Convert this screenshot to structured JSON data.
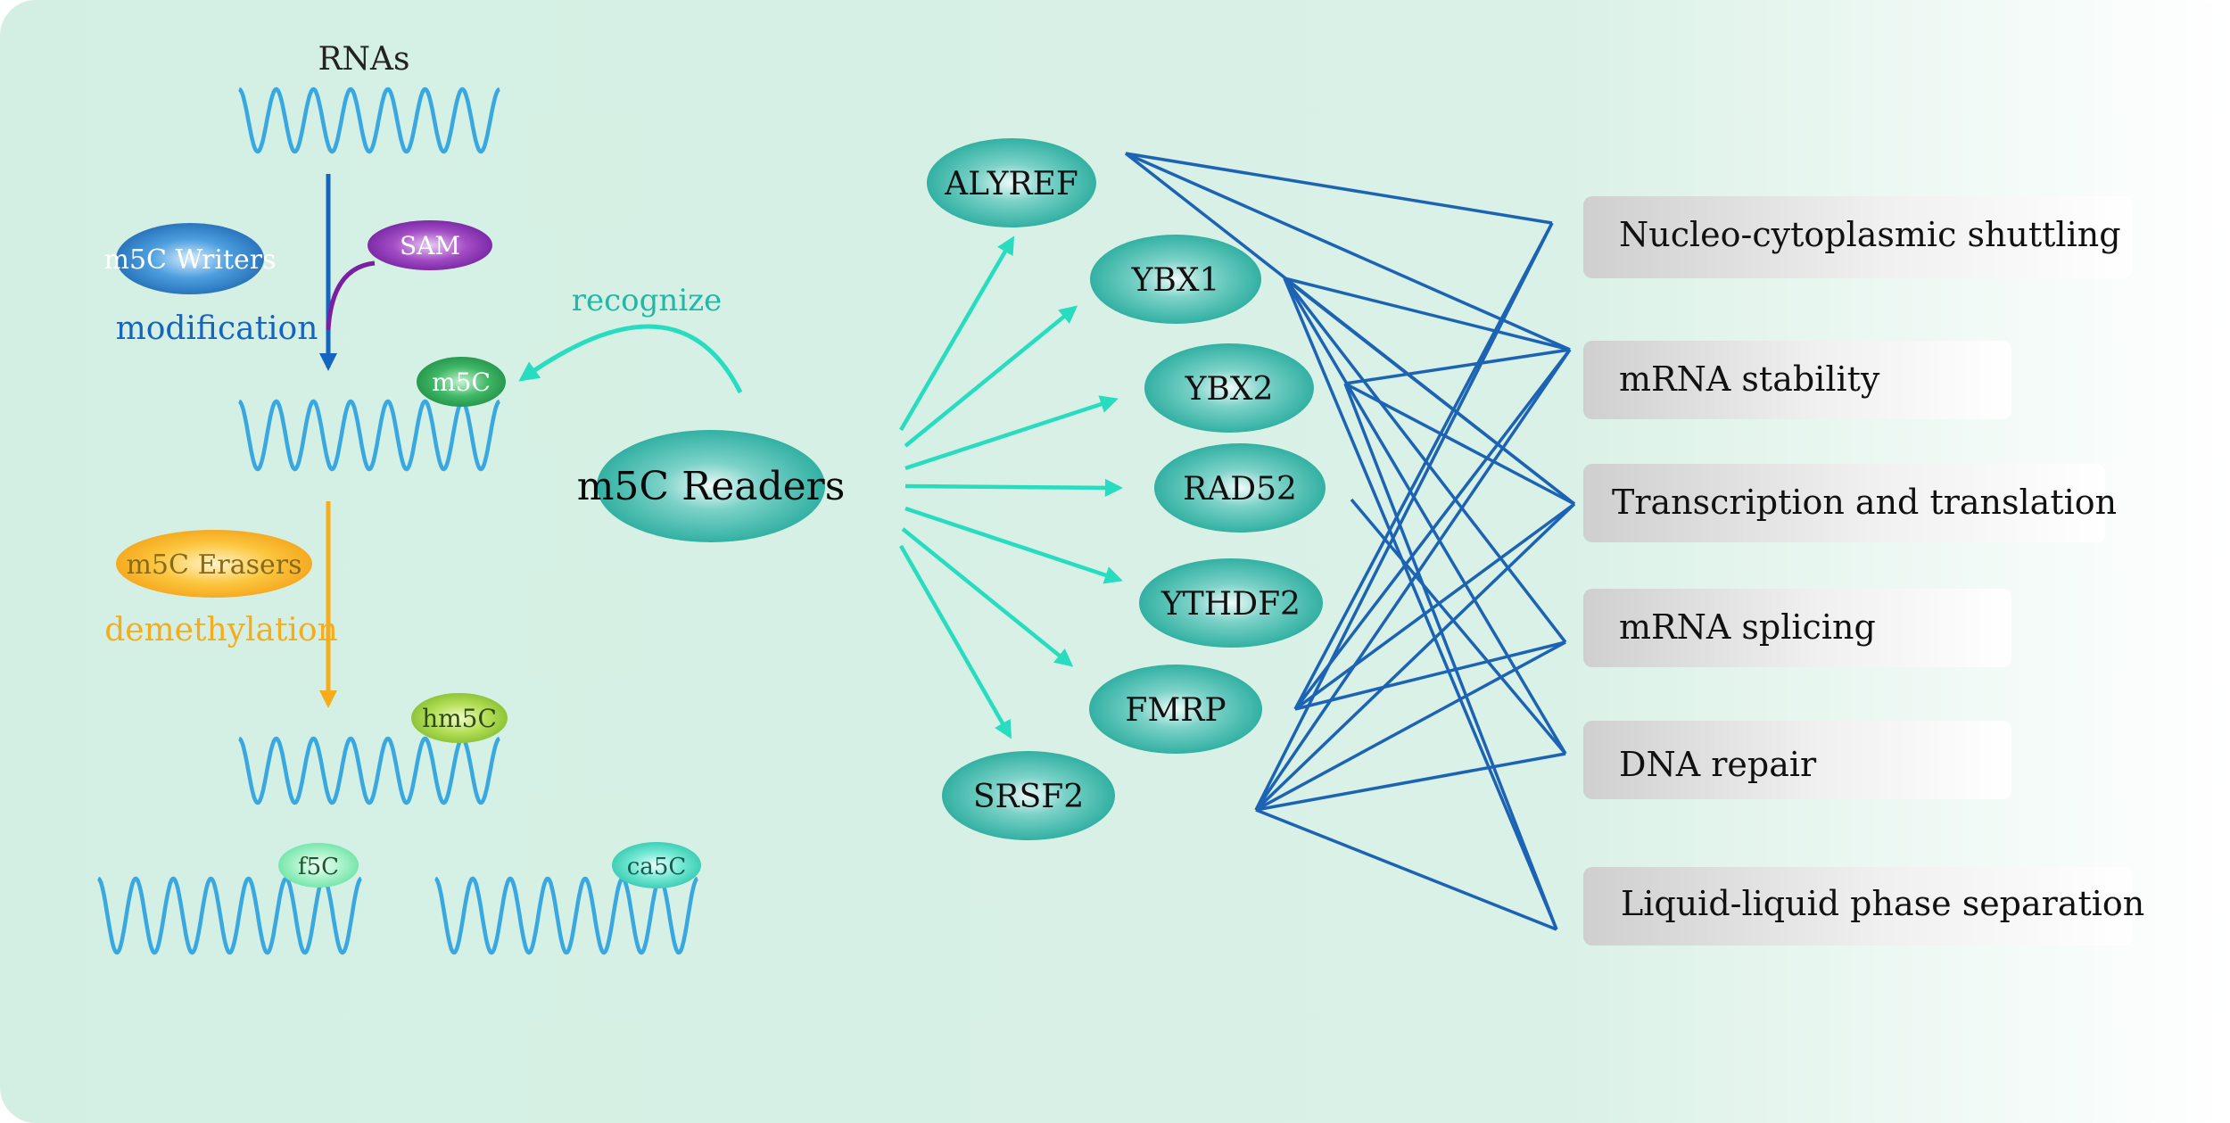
{
  "title_rna": "RNAs",
  "writers": "m5C Writers",
  "sam": "SAM",
  "modification": "modification",
  "m5c": "m5C",
  "erasers": "m5C Erasers",
  "demethylation": "demethylation",
  "hm5c": "hm5C",
  "f5c": "f5C",
  "ca5c": "ca5C",
  "recognize": "recognize",
  "readers": "m5C Readers",
  "proteins": {
    "alyref": "ALYREF",
    "ybx1": "YBX1",
    "ybx2": "YBX2",
    "rad52": "RAD52",
    "ythdf2": "YTHDF2",
    "fmrp": "FMRP",
    "srsf2": "SRSF2"
  },
  "functions": {
    "shuttling": "Nucleo-cytoplasmic shuttling",
    "stability": "mRNA stability",
    "transcription": "Transcription and translation",
    "splicing": "mRNA splicing",
    "dna_repair": "DNA repair",
    "llps": "Liquid-liquid phase separation"
  },
  "links": [
    [
      "alyref",
      "shuttling"
    ],
    [
      "alyref",
      "stability"
    ],
    [
      "alyref",
      "transcription"
    ],
    [
      "ybx1",
      "stability"
    ],
    [
      "ybx1",
      "transcription"
    ],
    [
      "ybx1",
      "splicing"
    ],
    [
      "ybx1",
      "dna_repair"
    ],
    [
      "ybx1",
      "llps"
    ],
    [
      "ybx2",
      "stability"
    ],
    [
      "ybx2",
      "transcription"
    ],
    [
      "ybx2",
      "llps"
    ],
    [
      "rad52",
      "dna_repair"
    ],
    [
      "fmrp",
      "shuttling"
    ],
    [
      "fmrp",
      "stability"
    ],
    [
      "fmrp",
      "transcription"
    ],
    [
      "fmrp",
      "splicing"
    ],
    [
      "srsf2",
      "shuttling"
    ],
    [
      "srsf2",
      "stability"
    ],
    [
      "srsf2",
      "transcription"
    ],
    [
      "srsf2",
      "splicing"
    ],
    [
      "srsf2",
      "dna_repair"
    ],
    [
      "srsf2",
      "llps"
    ]
  ],
  "colors": {
    "wave": "#3aa8e0",
    "teal": "#20b8a6",
    "arrow": "#28dcc0",
    "link": "#1d63b4",
    "writers": "#1565c0",
    "erasers": "#f5ad1d",
    "sam": "#7b1fa2"
  }
}
